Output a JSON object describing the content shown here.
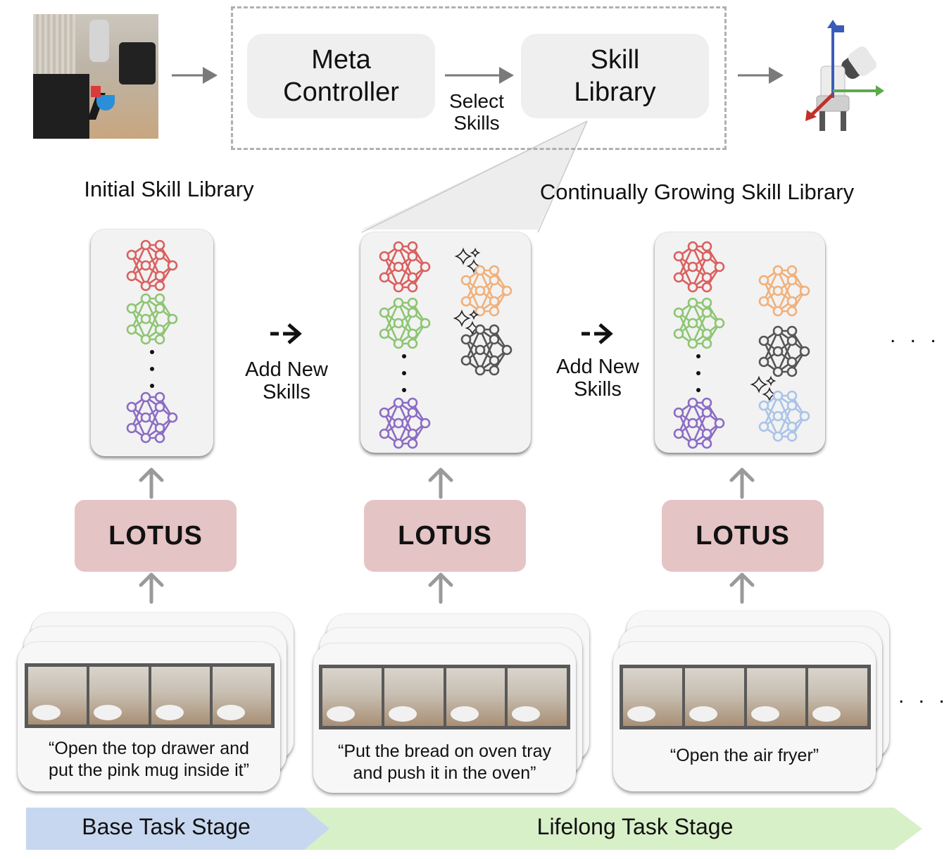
{
  "top": {
    "meta_controller": "Meta\nController",
    "select_skills": "Select\nSkills",
    "skill_library": "Skill\nLibrary"
  },
  "headings": {
    "initial": "Initial Skill Library",
    "growing": "Continually Growing Skill Library"
  },
  "add_new_skills": "Add New\nSkills",
  "lotus_label": "LOTUS",
  "tasks": [
    "“Open the top drawer and\nput the pink mug inside it”",
    "“Put the bread on oven tray\nand push it in the oven”",
    "“Open the air fryer”"
  ],
  "ellipsis": ". . .",
  "stages": {
    "base": "Base Task Stage",
    "lifelong": "Lifelong Task Stage"
  },
  "colors": {
    "red": "#d9605f",
    "green": "#8dc572",
    "purple": "#8b6cc4",
    "orange": "#f0b07a",
    "gray": "#555555",
    "blue": "#a9c4e8",
    "lotus_fill": "#e5c4c6",
    "base_stage": "#c8d7f0",
    "lifelong_stage": "#d8f0c8"
  },
  "icons": [
    "neural-network-icon",
    "sparkle-icon",
    "robot-gripper-icon",
    "arrow-right-icon",
    "arrow-up-icon"
  ]
}
